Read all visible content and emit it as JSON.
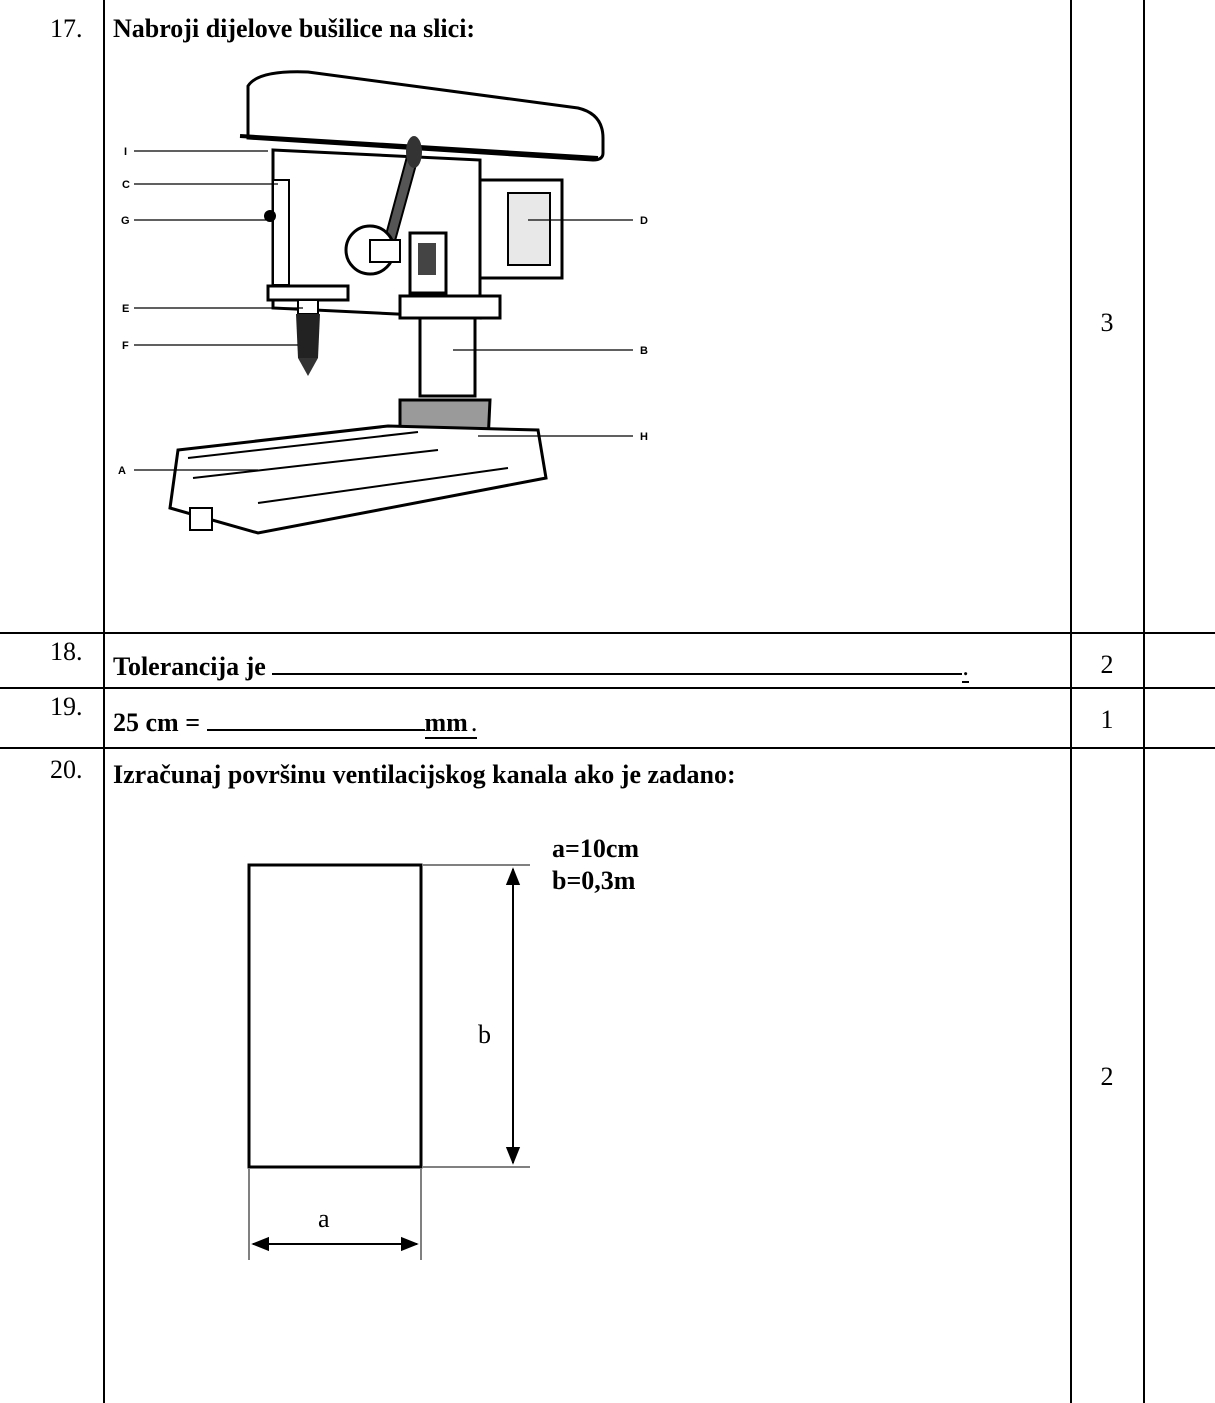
{
  "rows": [
    {
      "number": "17.",
      "points": "3",
      "text": "Nabroji dijelove bušilice na slici:",
      "labels": {
        "I": "I",
        "C": "C",
        "G": "G",
        "E": "E",
        "F": "F",
        "A": "A",
        "D": "D",
        "B": "B",
        "H": "H"
      }
    },
    {
      "number": "18.",
      "points": "2",
      "prefix": "Tolerancija je",
      "suffix": "."
    },
    {
      "number": "19.",
      "points": "1",
      "prefix": "25 cm =",
      "unit": "mm",
      "suffix": "."
    },
    {
      "number": "20.",
      "points": "2",
      "text": "Izračunaj površinu ventilacijskog kanala ako je zadano:",
      "given_a": "a=10cm",
      "given_b": "b=0,3m",
      "label_a": "a",
      "label_b": "b"
    }
  ]
}
